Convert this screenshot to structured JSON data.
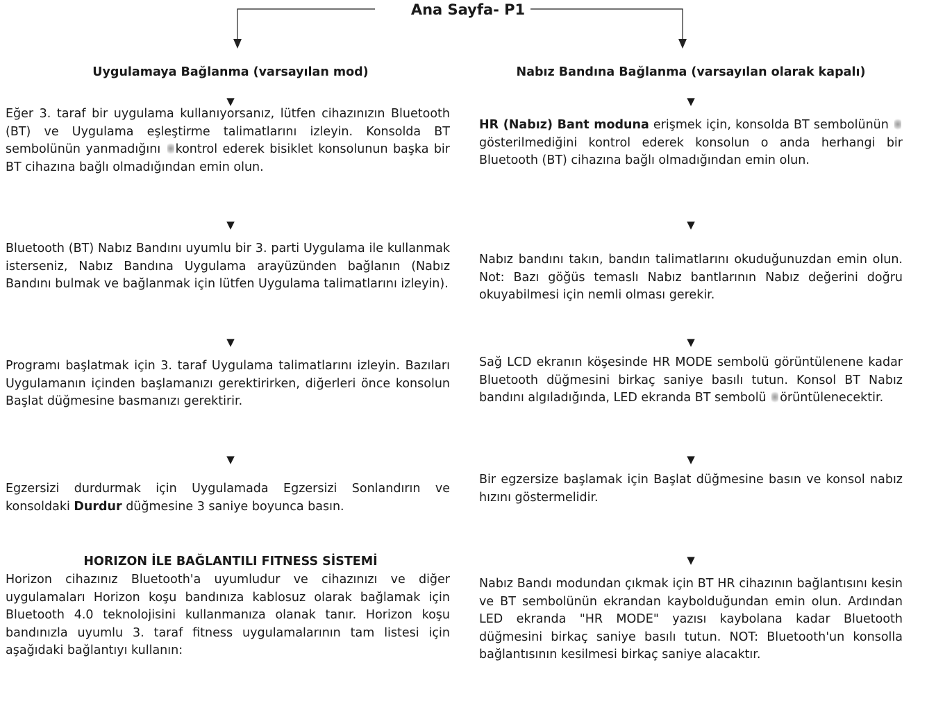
{
  "title": "Ana Sayfa- P1",
  "arrow_glyph": "▼",
  "left": {
    "heading": "Uygulamaya Bağlanma (varsayılan mod)",
    "p1a": "Eğer 3. taraf bir uygulama kullanıyorsanız, lütfen cihazınızın Bluetooth (BT) ve Uygulama eşleştirme talimatlarını izleyin. Konsolda BT sembolünün yanmadığını ",
    "p1b": "kontrol ederek bisiklet konsolunun başka bir BT cihazına bağlı olmadığından emin olun.",
    "p2": "Bluetooth (BT) Nabız Bandını uyumlu bir 3. parti Uygulama ile kullanmak isterseniz, Nabız Bandına Uygulama arayüzünden bağlanın (Nabız Bandını bulmak ve bağlanmak için lütfen Uygulama talimatlarını izleyin).",
    "p3": "Programı başlatmak için 3. taraf Uygulama talimatlarını izleyin. Bazıları Uygulamanın içinden başlamanızı gerektirirken, diğerleri önce konsolun Başlat düğmesine basmanızı gerektirir.",
    "p4a": "Egzersizi durdurmak için Uygulamada Egzersizi Sonlandırın ve konsoldaki ",
    "p4b": "Durdur",
    "p4c": " düğmesine 3 saniye boyunca basın.",
    "heading2": "HORIZON İLE BAĞLANTILI FITNESS SİSTEMİ",
    "p5": "Horizon cihazınız Bluetooth'a uyumludur ve cihazınızı ve diğer uygulamaları Horizon koşu bandınıza kablosuz olarak bağlamak için Bluetooth 4.0 teknolojisini kullanmanıza olanak tanır. Horizon koşu bandınızla uyumlu 3. taraf fitness uygulamalarının tam listesi için aşağıdaki bağlantıyı kullanın:"
  },
  "right": {
    "heading": "Nabız Bandına Bağlanma (varsayılan olarak kapalı)",
    "p1a": "HR (Nabız) Bant moduna",
    "p1b": " erişmek için, konsolda BT sembolünün ",
    "p1c": "gösterilmediğini kontrol ederek konsolun o anda herhangi bir Bluetooth (BT) cihazına bağlı olmadığından emin olun.",
    "p2": "Nabız bandını takın, bandın talimatlarını okuduğunuzdan emin olun. Not: Bazı göğüs temaslı Nabız bantlarının Nabız değerini doğru okuyabilmesi için nemli olması gerekir.",
    "p3a": "Sağ LCD ekranın köşesinde HR MODE sembolü görüntülenene kadar Bluetooth düğmesini birkaç saniye basılı tutun. Konsol BT Nabız bandını algıladığında, LED ekranda BT sembolü ",
    "p3b": "örüntülenecektir.",
    "p4": "Bir egzersize başlamak için Başlat düğmesine basın ve konsol nabız hızını göstermelidir.",
    "p5": "Nabız Bandı modundan çıkmak için BT HR cihazının bağlantısını kesin ve BT sembolünün ekrandan kaybolduğundan emin olun. Ardından LED ekranda \"HR MODE\" yazısı kaybolana kadar Bluetooth düğmesini birkaç saniye basılı tutun. NOT: Bluetooth'un konsolla bağlantısının kesilmesi birkaç saniye alacaktır."
  }
}
